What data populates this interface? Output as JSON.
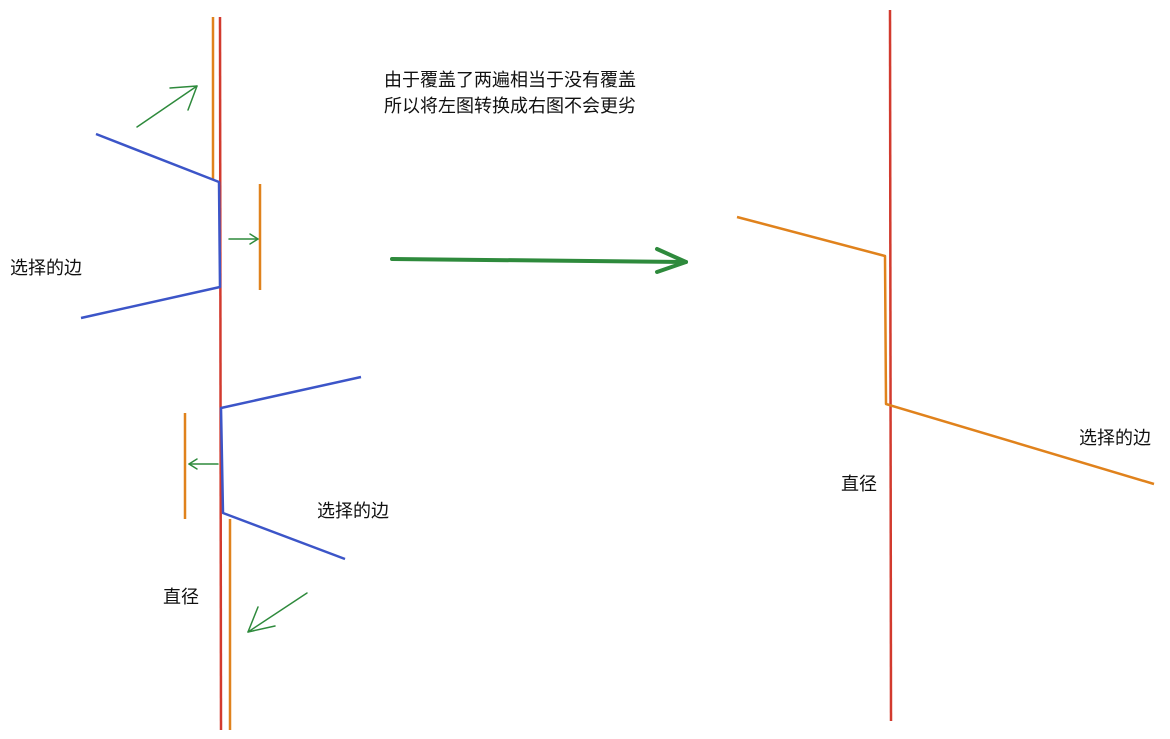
{
  "notes": {
    "line1": "由于覆盖了两遍相当于没有覆盖",
    "line2": "所以将左图转换成右图不会更劣"
  },
  "labels": {
    "selected_edge_left_top": "选择的边",
    "selected_edge_left_bottom": "选择的边",
    "diameter_left": "直径",
    "diameter_right": "直径",
    "selected_edge_right": "选择的边"
  },
  "colors": {
    "diameter": "#d23a2e",
    "edge": "#3c55c8",
    "cover": "#e0821c",
    "arrow": "#2e8a3c",
    "text": "#111111"
  }
}
